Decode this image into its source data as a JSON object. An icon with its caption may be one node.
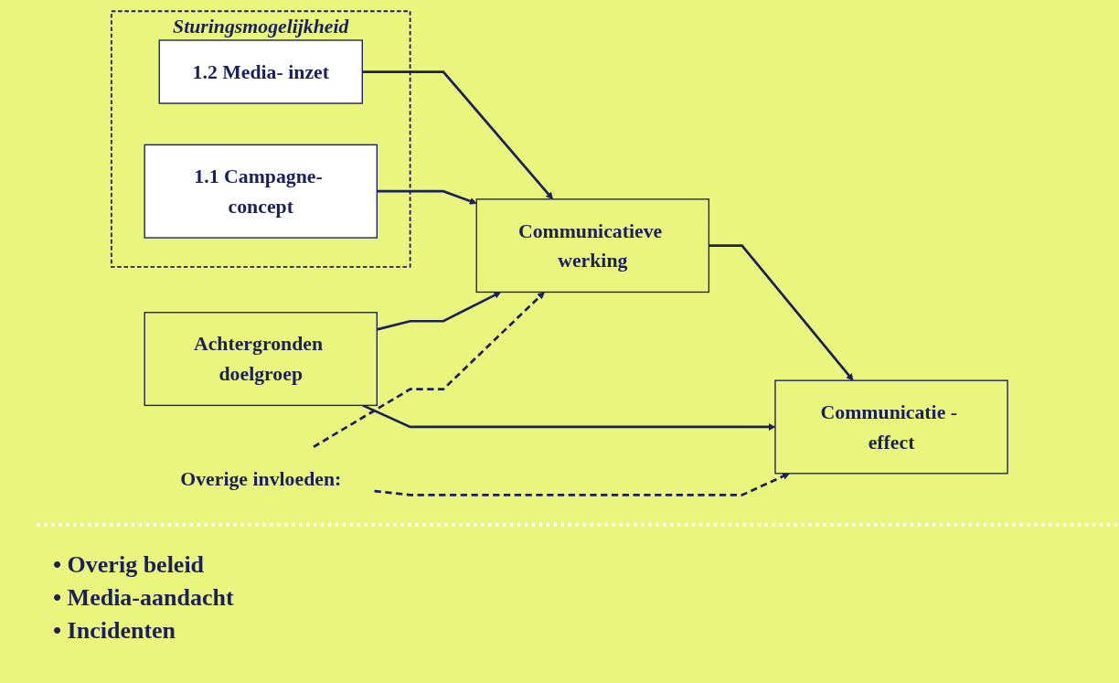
{
  "diagram": {
    "nodes": [
      {
        "text": [
          "Sturingsmogelijkheid"
        ]
      },
      {
        "text": [
          "1.2 Media- inzet"
        ],
        "in": 0
      },
      {
        "text": [
          "1.1 Campagne- concept"
        ],
        "in": 0
      },
      {
        "text": [
          "Communicatieve werking"
        ]
      },
      {
        "text": [
          "Communicatie - effect"
        ]
      },
      {
        "text": [
          "Achtergronden doelgroep"
        ]
      },
      {
        "text": [
          "Overige invloeden:"
        ]
      }
    ],
    "edges": [
      {
        "from": 1,
        "to": 3,
        "arrow": "to"
      },
      {
        "from": 2,
        "to": 3,
        "arrow": "to"
      },
      {
        "from": 5,
        "to": 3,
        "arrow": "to"
      },
      {
        "from": 3,
        "to": 4,
        "arrow": "to"
      },
      {
        "from": 5,
        "to": 4,
        "arrow": "to"
      },
      {
        "from": 6,
        "to": 3,
        "arrow": "to",
        "style": "dashed"
      },
      {
        "from": 6,
        "to": 4,
        "arrow": "to",
        "style": "dashed"
      }
    ],
    "labels": [
      "• Overig beleid",
      "• Media-aandacht",
      "• Incidenten"
    ]
  }
}
